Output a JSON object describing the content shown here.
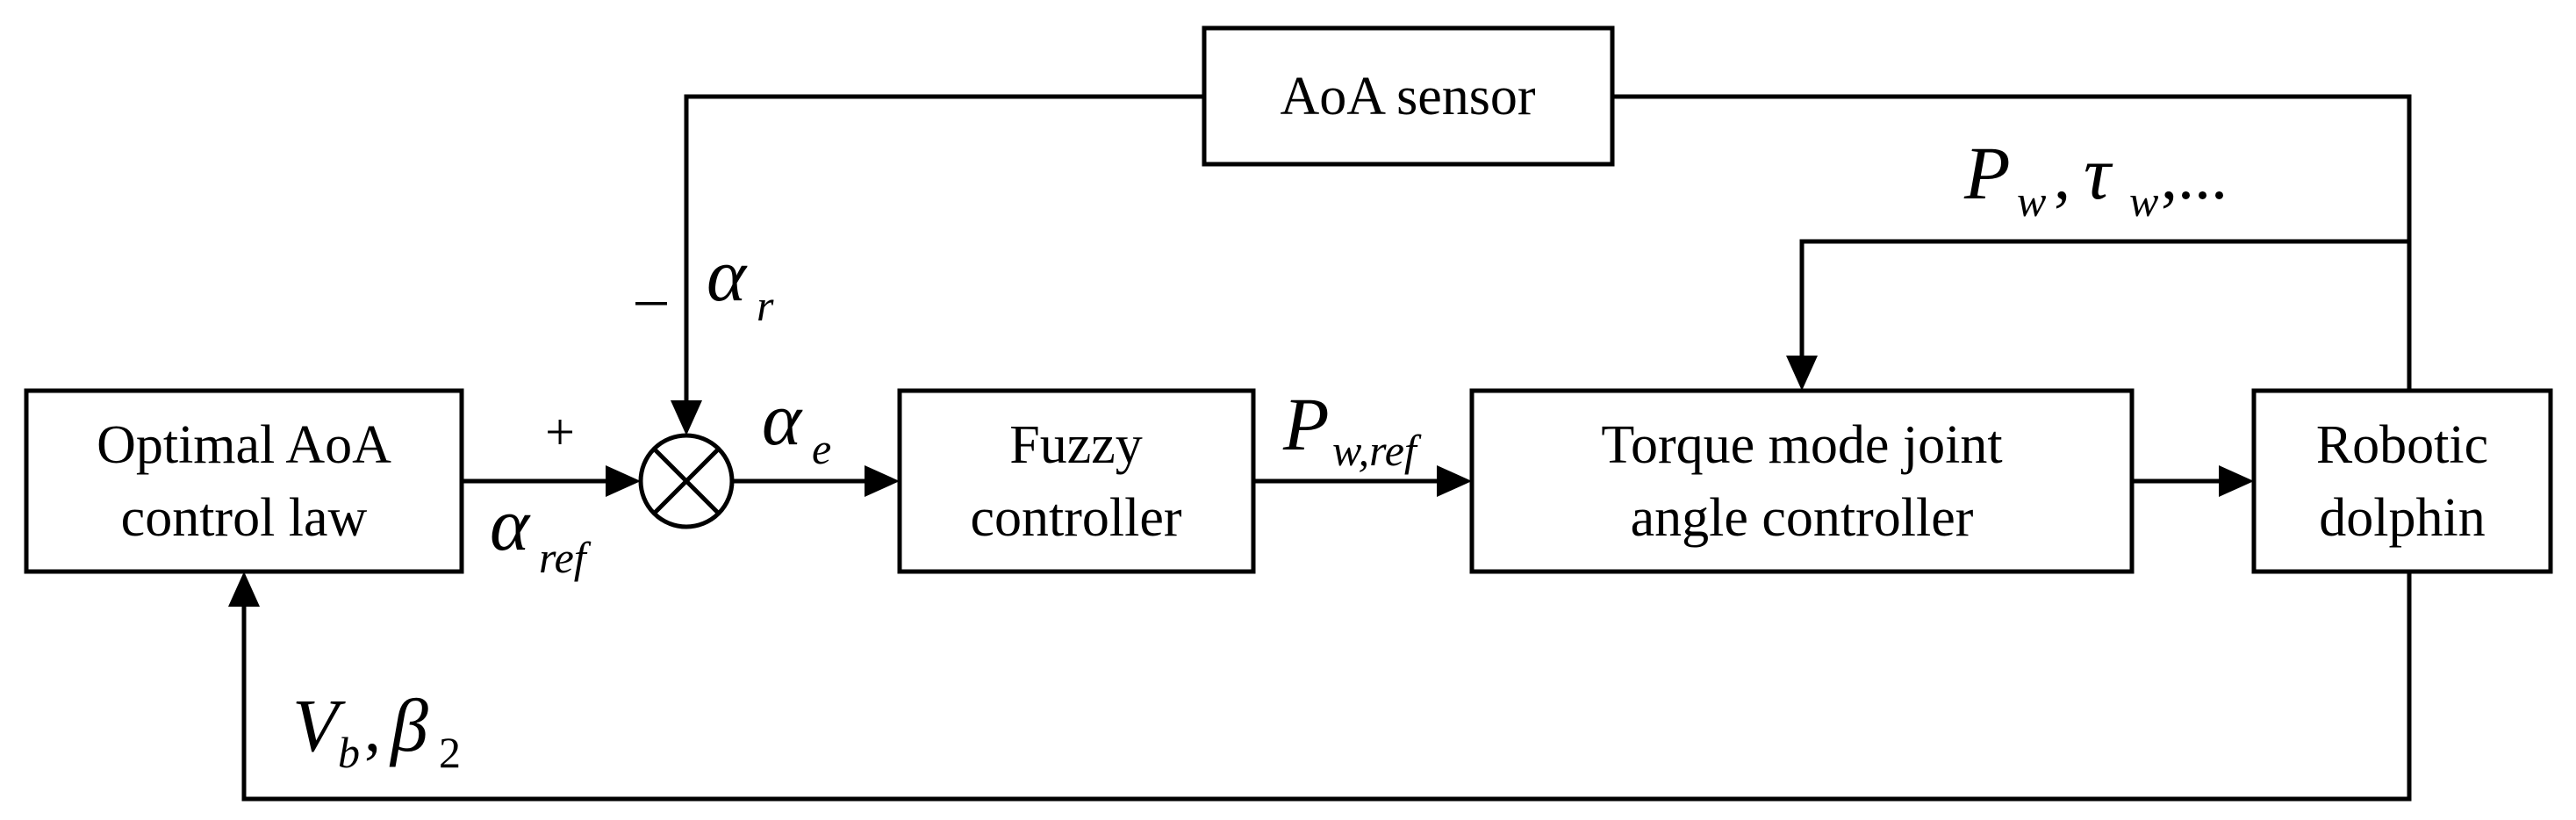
{
  "blocks": {
    "optimal": {
      "line1": "Optimal AoA",
      "line2": "control law"
    },
    "fuzzy": {
      "line1": "Fuzzy",
      "line2": "controller"
    },
    "torque": {
      "line1": "Torque mode joint",
      "line2": "angle controller"
    },
    "robot": {
      "line1": "Robotic",
      "line2": "dolphin"
    },
    "sensor": {
      "label": "AoA sensor"
    }
  },
  "signals": {
    "alpha_ref": {
      "symbol": "α",
      "sub": "ref"
    },
    "alpha_r": {
      "symbol": "α",
      "sub": "r"
    },
    "alpha_e": {
      "symbol": "α",
      "sub": "e"
    },
    "p_wref": {
      "symbol": "P",
      "sub": "w,ref"
    },
    "feedback_top": {
      "p": "P",
      "p_sub": "w",
      "sep1": ",",
      "tau": "τ",
      "tau_sub": "w",
      "tail": ",..."
    },
    "feedback_bottom": {
      "v": "V",
      "v_sub": "b",
      "sep": ",",
      "beta": "β",
      "beta_sub": "2"
    }
  },
  "summing_junction": {
    "plus": "+",
    "minus": "–"
  }
}
